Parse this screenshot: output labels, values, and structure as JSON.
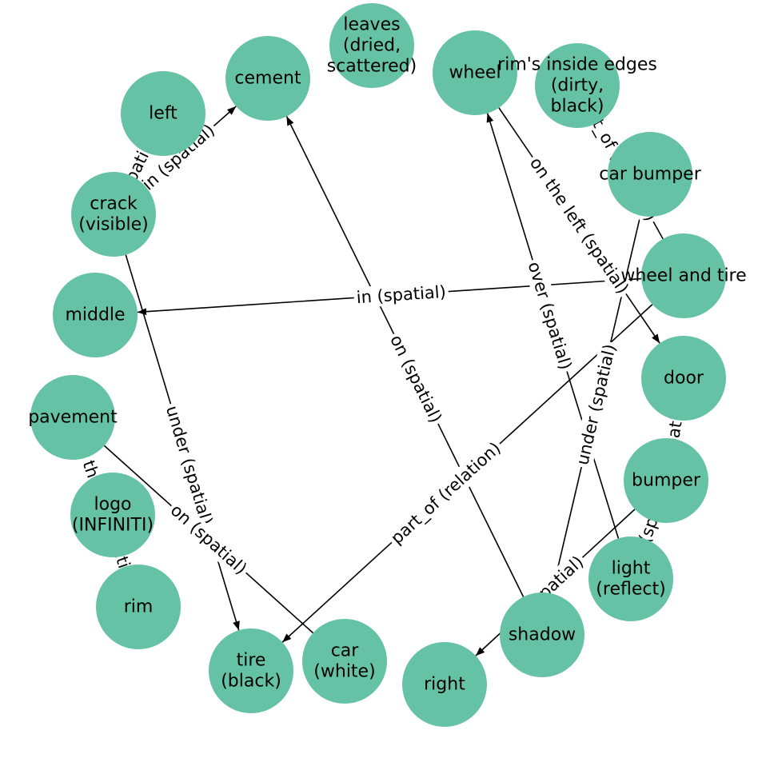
{
  "nodes": [
    {
      "id": "leaves",
      "lines": [
        "leaves",
        "(dried,",
        "scattered)"
      ]
    },
    {
      "id": "cement",
      "lines": [
        "cement"
      ]
    },
    {
      "id": "wheel",
      "lines": [
        "wheel"
      ]
    },
    {
      "id": "rim_edges",
      "lines": [
        "rim's inside edges",
        "(dirty,",
        "black)"
      ]
    },
    {
      "id": "left",
      "lines": [
        "left"
      ]
    },
    {
      "id": "car_bumper",
      "lines": [
        "car bumper"
      ]
    },
    {
      "id": "crack",
      "lines": [
        "crack",
        "(visible)"
      ]
    },
    {
      "id": "wheel_tire",
      "lines": [
        "wheel and tire"
      ]
    },
    {
      "id": "middle",
      "lines": [
        "middle"
      ]
    },
    {
      "id": "door",
      "lines": [
        "door"
      ]
    },
    {
      "id": "pavement",
      "lines": [
        "pavement"
      ]
    },
    {
      "id": "bumper",
      "lines": [
        "bumper"
      ]
    },
    {
      "id": "logo",
      "lines": [
        "logo",
        "(INFINITI)"
      ]
    },
    {
      "id": "light",
      "lines": [
        "light",
        "(reflect)"
      ]
    },
    {
      "id": "rim",
      "lines": [
        "rim"
      ]
    },
    {
      "id": "shadow",
      "lines": [
        "shadow"
      ]
    },
    {
      "id": "tire",
      "lines": [
        "tire",
        "(black)"
      ]
    },
    {
      "id": "car",
      "lines": [
        "car",
        "(white)"
      ]
    },
    {
      "id": "right",
      "lines": [
        "right"
      ]
    }
  ],
  "edges": [
    {
      "id": "e_crack_cement",
      "from": "crack",
      "to": "cement",
      "label": "in (spatial)",
      "arrow": true
    },
    {
      "id": "e_crack_left",
      "from": "crack",
      "to": "left",
      "label": "spatial",
      "arrow": false
    },
    {
      "id": "e_wt_middle",
      "from": "wheel_tire",
      "to": "middle",
      "label": "in (spatial)",
      "arrow": true
    },
    {
      "id": "e_shadow_cement",
      "from": "shadow",
      "to": "cement",
      "label": "on (spatial)",
      "arrow": true
    },
    {
      "id": "e_light_wheel",
      "from": "light",
      "to": "wheel",
      "label": "over (spatial)",
      "arrow": true
    },
    {
      "id": "e_wt_wheel",
      "from": "wheel_tire",
      "to": "rim_edges",
      "label": "part_of (relation)",
      "arrow": true
    },
    {
      "id": "e_wheel_door",
      "from": "wheel",
      "to": "door",
      "label": "on the left (spatial)",
      "arrow": true
    },
    {
      "id": "e_wt_tire",
      "from": "wheel_tire",
      "to": "tire",
      "label": "part_of (relation)",
      "arrow": true
    },
    {
      "id": "e_carbumper_under",
      "from": "car_bumper",
      "to": "shadow",
      "label": "under (spatial)",
      "arrow": false
    },
    {
      "id": "e_crack_tire",
      "from": "crack",
      "to": "tire",
      "label": "under (spatial)",
      "arrow": true
    },
    {
      "id": "e_car_pavement",
      "from": "car",
      "to": "pavement",
      "label": "on (spatial)",
      "arrow": false
    },
    {
      "id": "e_bumper_right",
      "from": "bumper",
      "to": "right",
      "label": "(spatial)",
      "arrow": true
    },
    {
      "id": "e_door_bumper",
      "from": "door",
      "to": "bumper",
      "label": "(spatial)",
      "arrow": false
    },
    {
      "id": "e_bumper_light",
      "from": "bumper",
      "to": "light",
      "label": "over (spatial)",
      "arrow": false
    },
    {
      "id": "e_pavement_rim",
      "from": "pavement",
      "to": "rim",
      "label": "on the left (spatial)",
      "arrow": false
    }
  ]
}
